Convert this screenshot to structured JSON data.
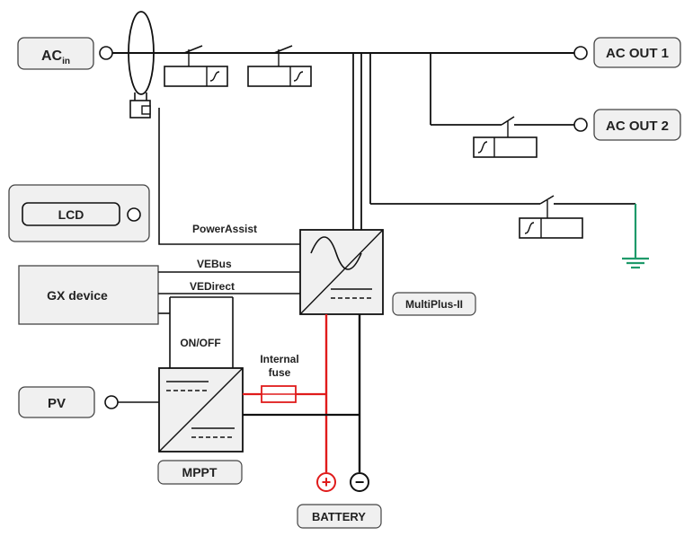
{
  "labels": {
    "ac_in_main": "AC",
    "ac_in_sub": "in",
    "ac_out_1": "AC OUT 1",
    "ac_out_2": "AC OUT 2",
    "lcd": "LCD",
    "power_assist": "PowerAssist",
    "ve_bus": "VEBus",
    "ve_direct": "VEDirect",
    "gx_device": "GX device",
    "multiplus": "MultiPlus-II",
    "on_off": "ON/OFF",
    "internal_fuse_line1": "Internal",
    "internal_fuse_line2": "fuse",
    "pv": "PV",
    "mppt": "MPPT",
    "battery": "BATTERY",
    "plus_sign": "+",
    "minus_sign": "−"
  },
  "colors": {
    "line": "#111111",
    "positive": "#e01b1b",
    "ground": "#1e9a6a",
    "panel_border": "#444444",
    "label_bg": "#f0f0f0"
  }
}
